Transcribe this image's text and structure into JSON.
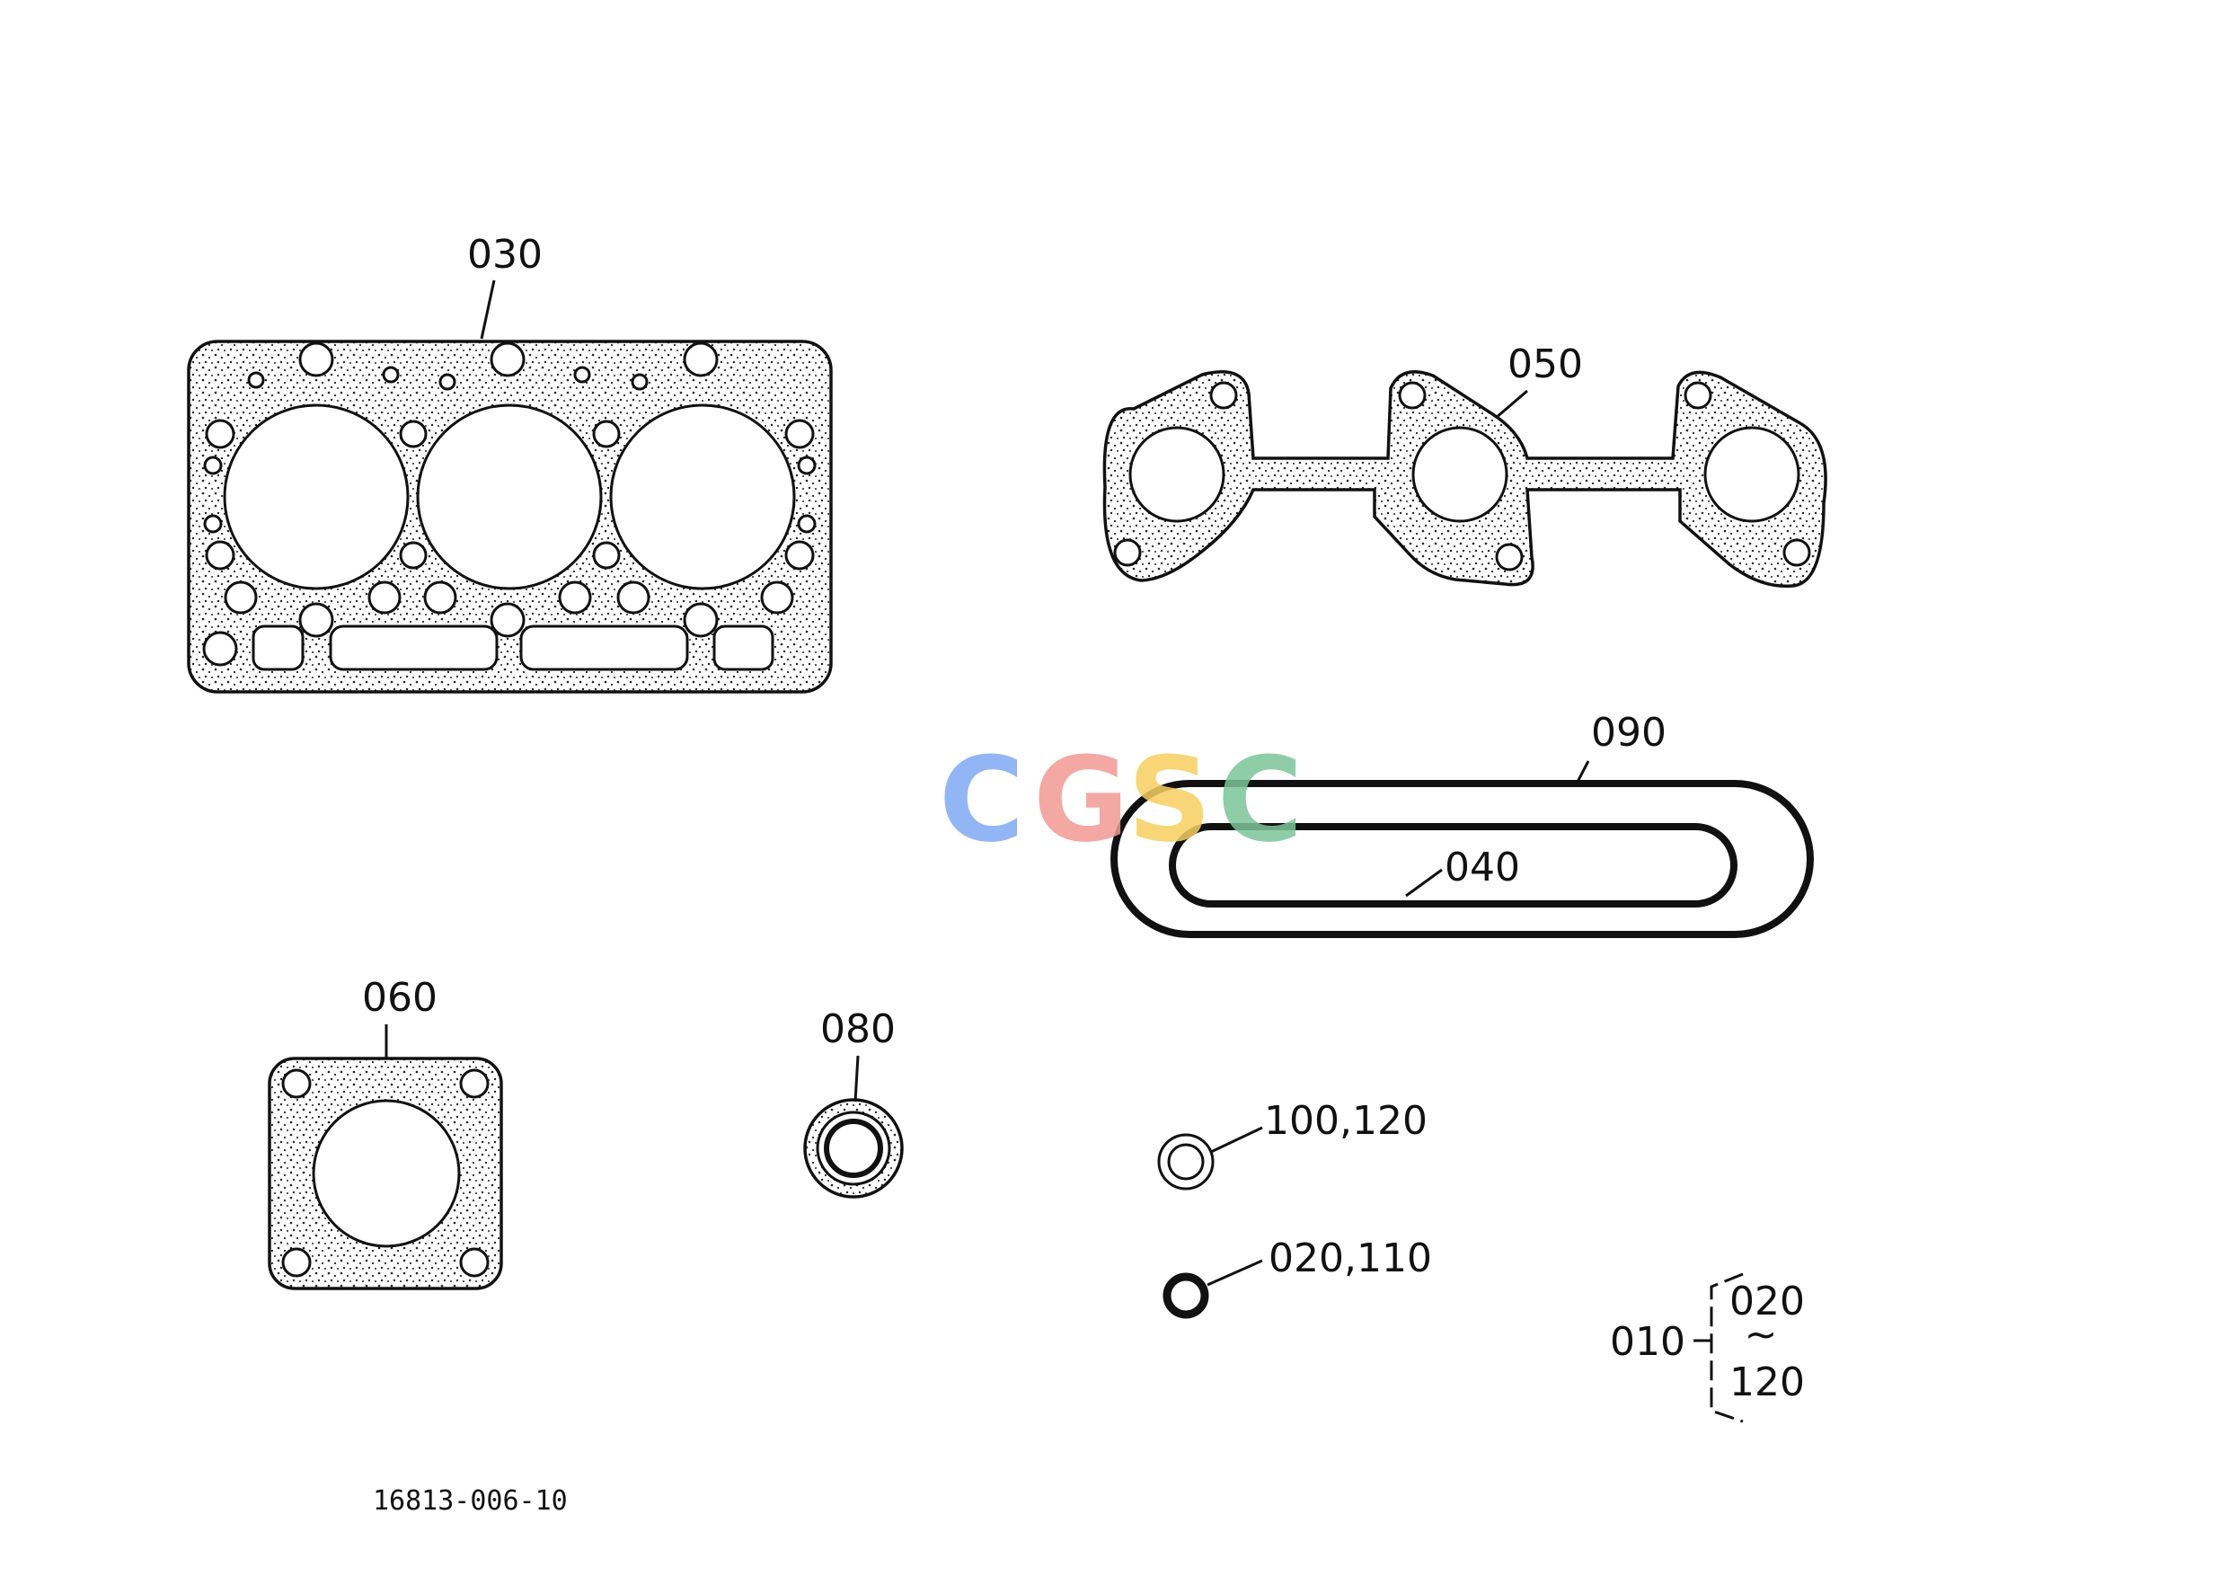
{
  "parts": {
    "p030": "030",
    "p050": "050",
    "p090": "090",
    "p040": "040",
    "p060": "060",
    "p080": "080",
    "p100_120": "100,120",
    "p020_110": "020,110",
    "kit": {
      "parent": "010",
      "from": "020",
      "range_mark": "~",
      "to": "120"
    }
  },
  "drawing_number": "16813-006-10",
  "watermark": {
    "letters": [
      "C",
      "G",
      "S",
      "C"
    ],
    "colors": [
      "#7fa9f5",
      "#f29a93",
      "#f7d060",
      "#7cc59a"
    ]
  }
}
